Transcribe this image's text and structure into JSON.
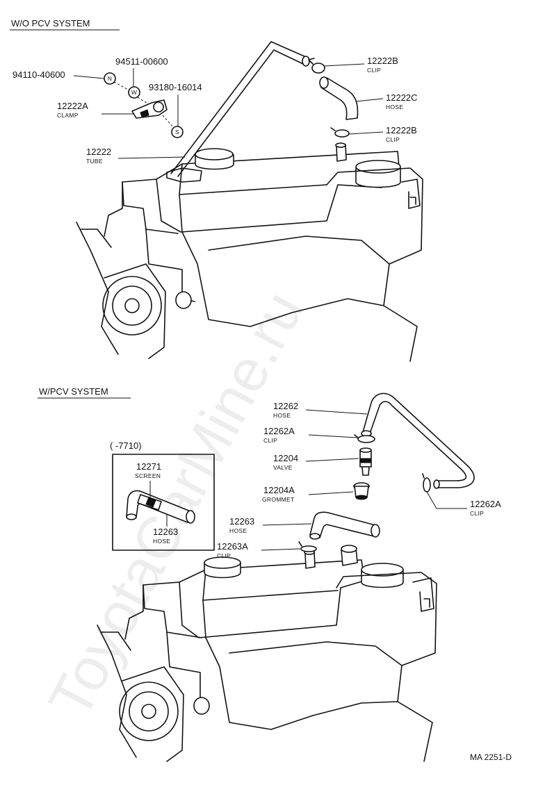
{
  "sections": {
    "wo_pcv": "W/O PCV SYSTEM",
    "w_pcv": "W/PCV SYSTEM"
  },
  "parts": {
    "p94110": {
      "num": "94110-40600"
    },
    "p94511": {
      "num": "94511-00600"
    },
    "p93180": {
      "num": "93180-16014"
    },
    "p12222A": {
      "num": "12222A",
      "name": "CLAMP"
    },
    "p12222": {
      "num": "12222",
      "name": "TUBE"
    },
    "p12222B_top": {
      "num": "12222B",
      "name": "CLIP"
    },
    "p12222C": {
      "num": "12222C",
      "name": "HOSE"
    },
    "p12222B_bottom": {
      "num": "12222B",
      "name": "CLIP"
    },
    "p12262": {
      "num": "12262",
      "name": "HOSE"
    },
    "p12262A_left": {
      "num": "12262A",
      "name": "CLIP"
    },
    "p12204": {
      "num": "12204",
      "name": "VALVE"
    },
    "p12204A": {
      "num": "12204A",
      "name": "GROMMET"
    },
    "p12263": {
      "num": "12263",
      "name": "HOSE"
    },
    "p12263A": {
      "num": "12263A",
      "name": "CLIP"
    },
    "p12262A_right": {
      "num": "12262A",
      "name": "CLIP"
    },
    "p12271": {
      "num": "12271",
      "name": "SCREEN"
    },
    "p12263_inset": {
      "num": "12263",
      "name": "HOSE"
    }
  },
  "inset": {
    "range": "(      -7710)"
  },
  "symbols": {
    "n": "N",
    "w": "W",
    "s": "S"
  },
  "reference": "MA 2251-D",
  "watermark": "ToyotaCarMine.ru"
}
